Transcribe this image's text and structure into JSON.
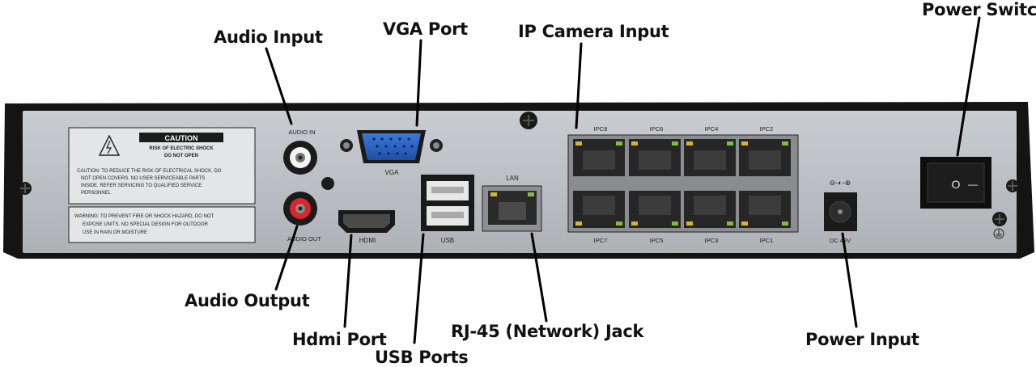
{
  "callouts": {
    "audio_input": "Audio Input",
    "vga_port": "VGA Port",
    "ip_camera_input": "IP Camera Input",
    "power_switch": "Power Switch",
    "audio_output": "Audio Output",
    "hdmi_port": "Hdmi Port",
    "usb_ports": "USB Ports",
    "network_jack": "RJ-45 (Network) Jack",
    "power_input": "Power Input"
  },
  "panel_labels": {
    "audio_in": "AUDIO  IN",
    "audio_out": "AUDIO  OUT",
    "vga": "VGA",
    "hdmi": "HDMI",
    "usb": "USB",
    "lan": "LAN",
    "dc": "DC  48V",
    "dc_symbol": "⊖-◐-⊕",
    "ipc_top": [
      "IPC8",
      "IPC6",
      "IPC4",
      "IPC2"
    ],
    "ipc_bottom": [
      "IPC7",
      "IPC5",
      "IPC3",
      "IPC1"
    ]
  },
  "caution": {
    "title": "CAUTION",
    "sub1": "RISK OF ELECTRIC SHOCK",
    "sub2": "DO NOT OPEN",
    "line1": "CAUTION: TO REDUCE THE RISK OF ELECTRICAL SHOCK, DO",
    "line2": "NOT OPEN COVERS. NO USER SERVICEABLE PARTS",
    "line3": "INSIDE. REFER SERVICING TO QUALIFIED SERVICE",
    "line4": "PERSONNEL"
  },
  "warning": {
    "line1": "WARNING: TO PREVENT FIRE OR SHOCK HAZARD, DO NOT",
    "line2": "EXPOSE UNITS. NO SPECIAL DESIGN FOR OUTDOOR",
    "line3": "USE IN RAIN OR MOISTURE"
  },
  "switch": {
    "off": "O",
    "on": "—"
  }
}
